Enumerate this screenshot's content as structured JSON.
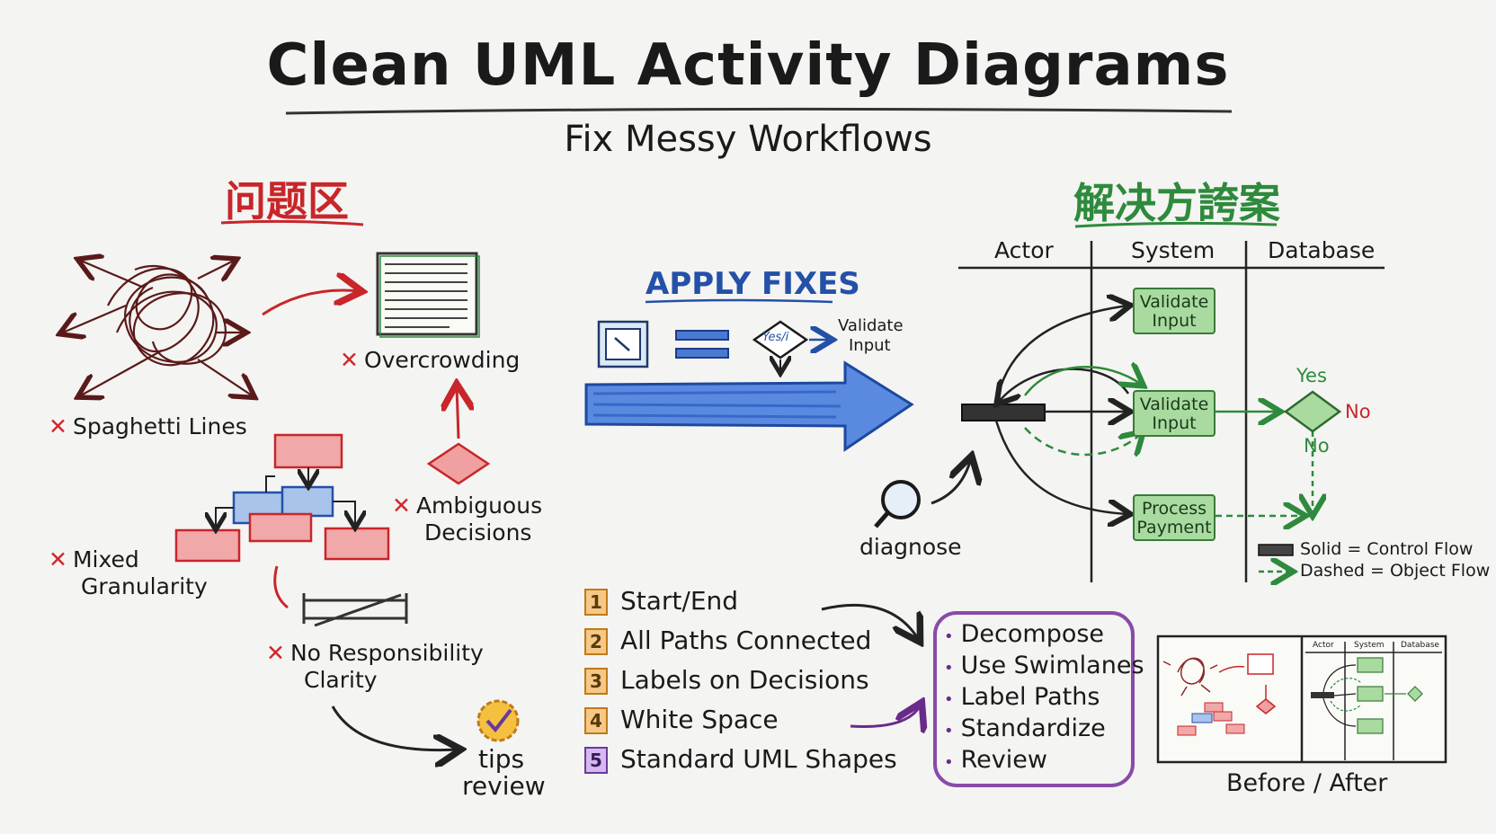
{
  "title": "Clean UML Activity Diagrams",
  "subtitle": "Fix Messy Workflows",
  "problem_heading": "问题区",
  "solution_heading": "解决方誇案",
  "problems": {
    "spaghetti": "Spaghetti Lines",
    "overcrowding": "Overcrowding",
    "ambiguous_1": "Ambiguous",
    "ambiguous_2": "Decisions",
    "mixed_1": "Mixed",
    "mixed_2": "Granularity",
    "responsibility_1": "No Responsibility",
    "responsibility_2": "Clarity"
  },
  "x_mark": "✕",
  "apply_fixes": "APPLY FIXES",
  "mini_flow": {
    "decision_label": "Yes/i",
    "validate_1": "Validate",
    "validate_2": "Input"
  },
  "diagnose": "diagnose",
  "lanes": [
    "Actor",
    "System",
    "Database"
  ],
  "activities": {
    "a1_1": "Validate",
    "a1_2": "Input",
    "a2_1": "Validate",
    "a2_2": "Input",
    "a3_1": "Process",
    "a3_2": "Payment"
  },
  "decision": {
    "yes": "Yes",
    "no_right": "No",
    "no_below": "No"
  },
  "legend": {
    "solid": "Solid = Control Flow",
    "dashed": "Dashed = Object Flow"
  },
  "checklist": [
    {
      "n": "1",
      "text": "Start/End"
    },
    {
      "n": "2",
      "text": "All Paths Connected"
    },
    {
      "n": "3",
      "text": "Labels on Decisions"
    },
    {
      "n": "4",
      "text": "White Space"
    },
    {
      "n": "5",
      "text": "Standard UML Shapes"
    }
  ],
  "steps": [
    "Decompose",
    "Use Swimlanes",
    "Label Paths",
    "Standardize",
    "Review"
  ],
  "bullet": "•",
  "tips_1": "tips",
  "tips_2": "review",
  "before_after": "Before / After",
  "thumb_lanes": [
    "Actor",
    "System",
    "Database"
  ],
  "colors": {
    "red": "#c8262a",
    "green": "#2e8a3c",
    "blue": "#2450a8",
    "purple": "#8a4aa8",
    "orange": "#e8a030"
  }
}
